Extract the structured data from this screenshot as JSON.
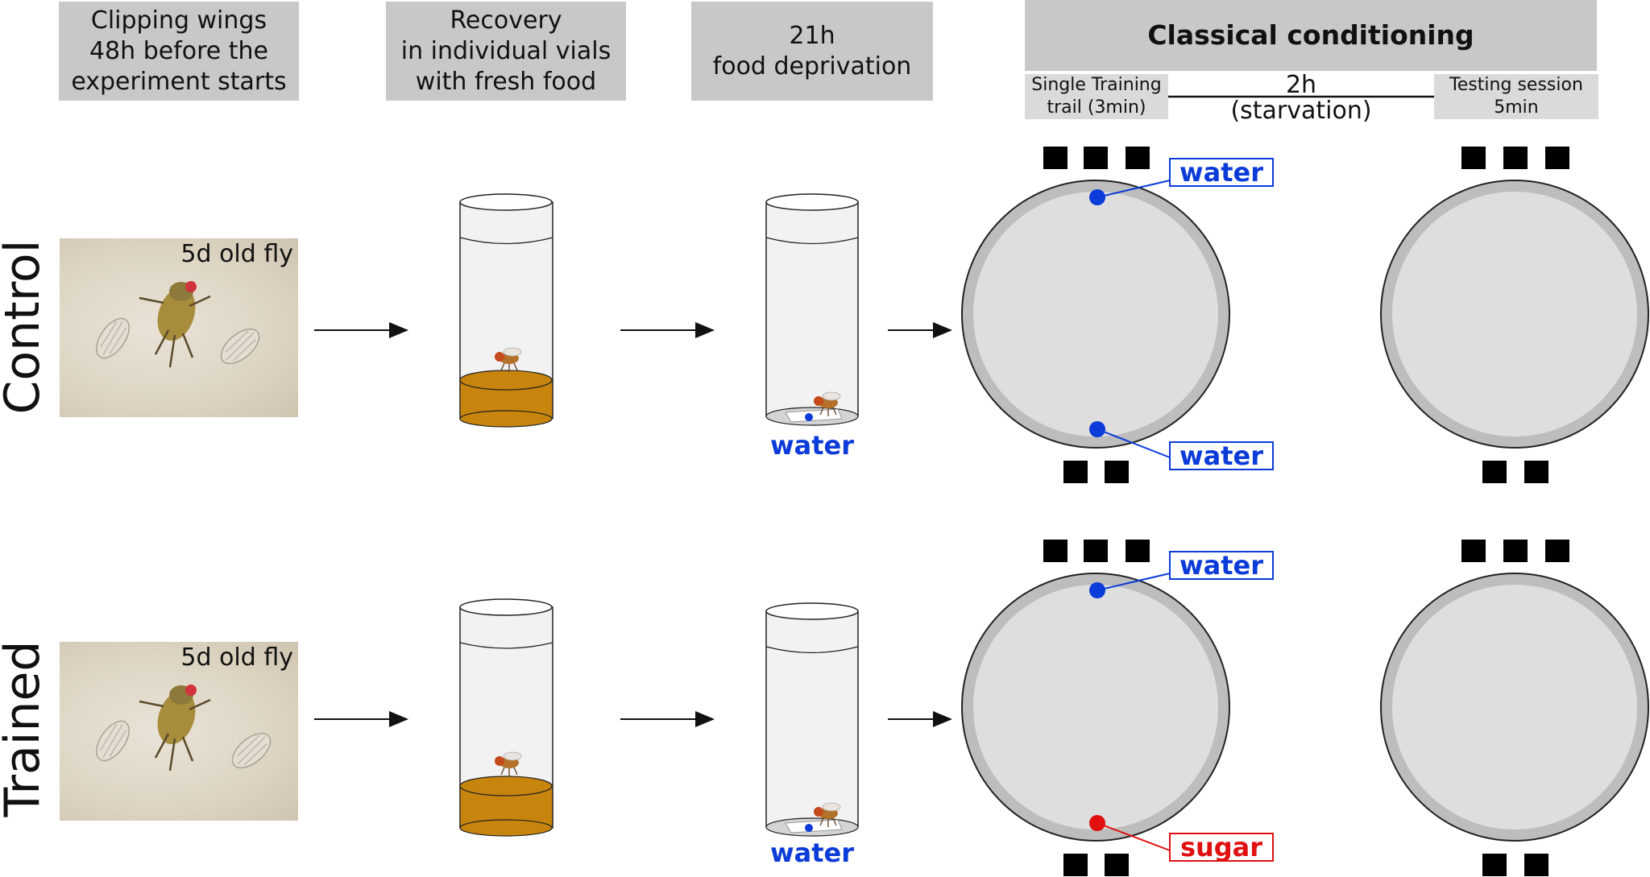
{
  "headers": {
    "step1": "Clipping wings\n48h before the\nexperiment starts",
    "step2": "Recovery\nin individual vials\nwith fresh food",
    "step3": "21h\nfood deprivation",
    "conditioning": "Classical conditioning"
  },
  "subheaders": {
    "training": "Single Training\ntrail (3min)",
    "interval_top": "2h",
    "interval_bottom": "(starvation)",
    "testing": "Testing session\n5min"
  },
  "rows": [
    {
      "label": "Control",
      "photo_label": "5d old fly",
      "vial_water_label": "water",
      "arena_top_tag": "water",
      "arena_bottom_tag": "water"
    },
    {
      "label": "Trained",
      "photo_label": "5d old fly",
      "vial_water_label": "water",
      "arena_top_tag": "water",
      "arena_bottom_tag": "sugar"
    }
  ],
  "colors": {
    "water": "#0b3bd8",
    "sugar": "#e01010",
    "food": "#c8850d",
    "header_bg": "#c8c8c8",
    "arena_fill": "#dedede",
    "arena_rim": "#bdbdbd"
  },
  "icons": [
    "fly-icon",
    "arrow-right-icon",
    "vial-icon",
    "arena-icon",
    "light-block-icon"
  ]
}
